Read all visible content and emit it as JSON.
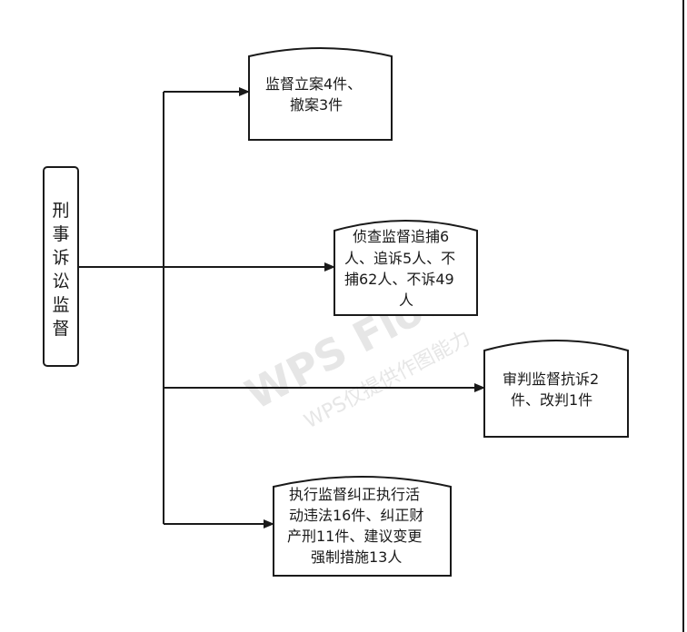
{
  "diagram": {
    "root": {
      "label": "刑事诉讼监督"
    },
    "nodes": [
      {
        "id": "case-filing",
        "lines": [
          "监督立案4件、",
          "撤案3件"
        ]
      },
      {
        "id": "investigation",
        "lines": [
          "侦查监督追捕6",
          "人、追诉5人、不",
          "捕62人、不诉49",
          "人"
        ]
      },
      {
        "id": "trial",
        "lines": [
          "审判监督抗诉2",
          "件、改判1件"
        ]
      },
      {
        "id": "execution",
        "lines": [
          "执行监督纠正执行活",
          "动违法16件、纠正财",
          "产刑11件、建议变更",
          "强制措施13人"
        ]
      }
    ]
  },
  "watermark": {
    "main": "WPS Flow",
    "sub": "WPS仅提供作图能力"
  },
  "colors": {
    "stroke": "#1a1a1a",
    "background": "#ffffff",
    "watermark": "#e6e6e6"
  }
}
